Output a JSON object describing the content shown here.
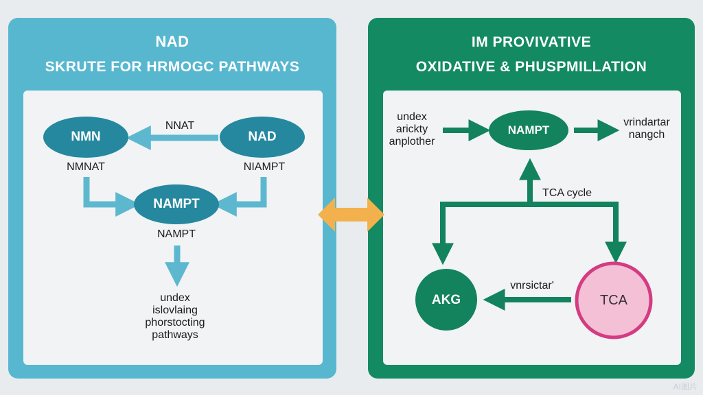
{
  "left": {
    "title_line1": "NAD",
    "title_line2": "SKRUTE FOR HRMOGC PATHWAYS",
    "nodes": {
      "nmn": "NMN",
      "nad": "NAD",
      "nampt": "NAMPT"
    },
    "labels": {
      "nnat": "NNAT",
      "nmnat": "NMNAT",
      "niampt": "NIAMPT",
      "nampt_below": "NAMPT",
      "bottom_text": "undex\nislovlaing\nphorstocting\npathways"
    }
  },
  "right": {
    "title_line1": "IM PROVIVATIVE",
    "title_line2": "OXIDATIVE & PHUSPMILLATION",
    "nodes": {
      "nampt": "NAMPT",
      "akg": "AKG",
      "tca": "TCA"
    },
    "labels": {
      "left_text": "undex\narickty\nanplother",
      "right_text": "vrindartar\nnangch",
      "tca_cycle": "TCA cycle",
      "vnrsictar": "vnrsictar'"
    }
  },
  "watermark": "AI图片",
  "colors": {
    "left_panel": "#57b7cf",
    "left_node": "#25889f",
    "left_arrow": "#5db8cf",
    "right_panel": "#138a62",
    "right_node": "#12835c",
    "tca_fill": "#f4c0d6",
    "tca_ring": "#d43c82",
    "center_arrow": "#f2b14d"
  }
}
